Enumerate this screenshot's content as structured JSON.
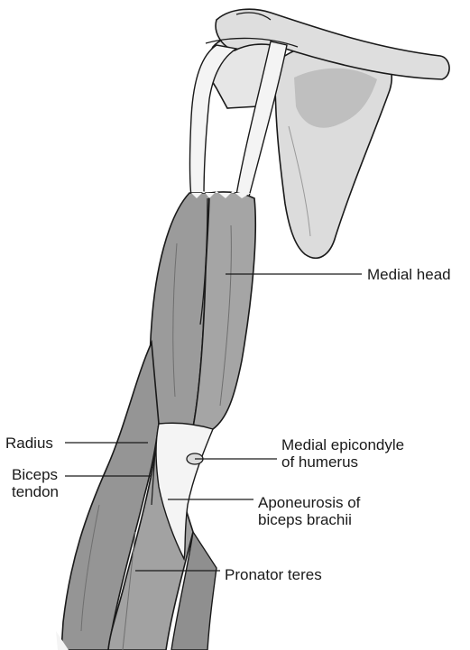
{
  "labels": {
    "medial_head": "Medial head",
    "radius": "Radius",
    "biceps_tendon": [
      "Biceps",
      "tendon"
    ],
    "medial_epicondyle": [
      "Medial epicondyle",
      "of humerus"
    ],
    "aponeurosis": [
      "Aponeurosis of",
      "biceps brachii"
    ],
    "pronator_teres": "Pronator teres"
  },
  "colors": {
    "muscle": "#9b9b9b",
    "muscle_dark": "#7e7e7e",
    "bone": "#dcdcdc",
    "bone_shade": "#c2c2c2",
    "tendon": "#f4f4f4",
    "outline": "#1a1a1a"
  }
}
